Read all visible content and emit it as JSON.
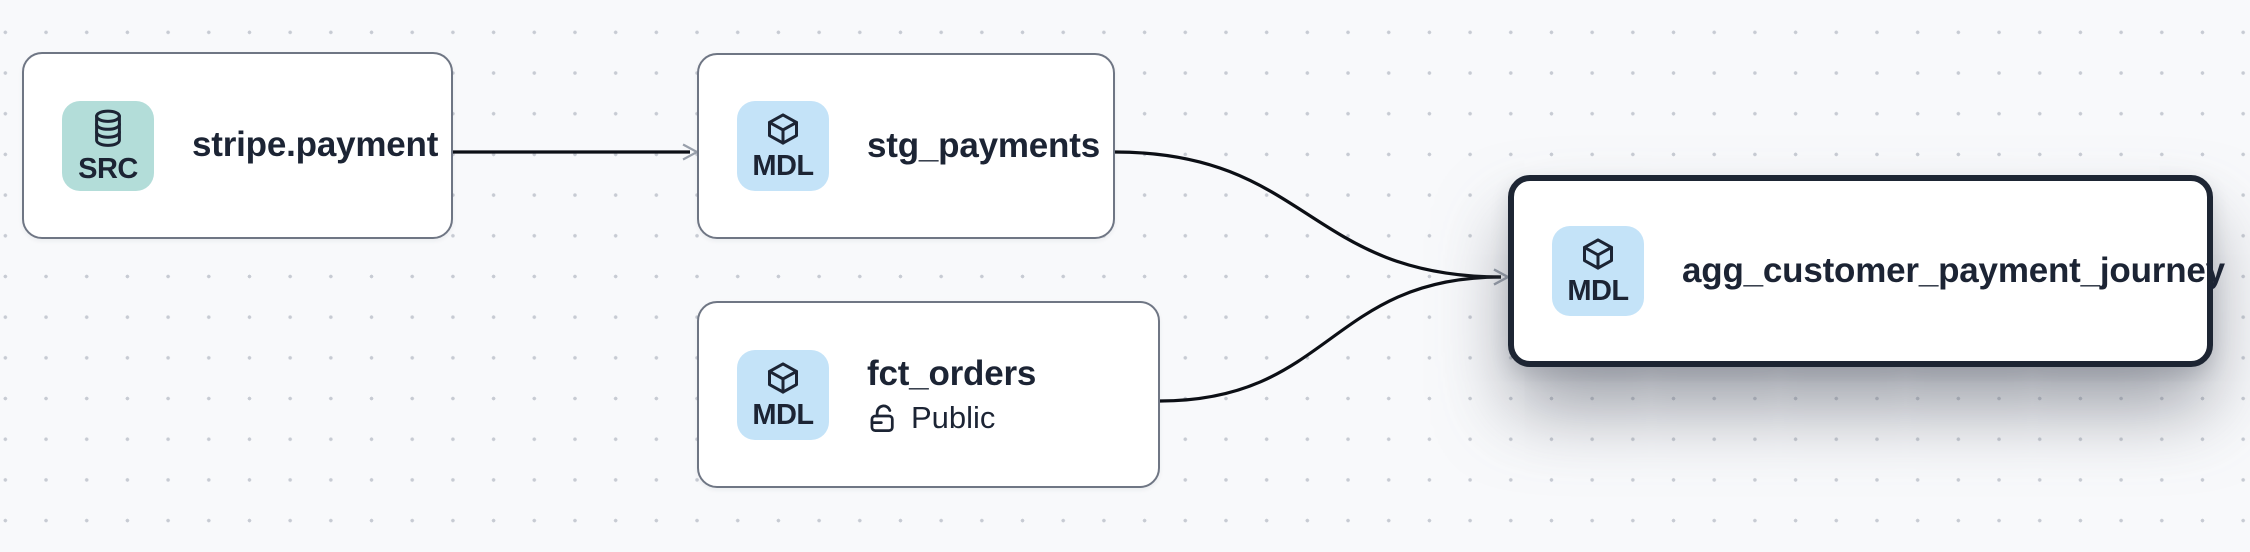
{
  "app": {
    "title": "Data lineage graph"
  },
  "canvas": {
    "background": "#f8f9fb",
    "dot_color": "#c7cbd3",
    "edge_color": "#0c0f15",
    "arrowhead_color": "#99a0ab",
    "node_border_color": "#6f7684",
    "selected_border_color": "#1d2533",
    "text_color": "#1c2434"
  },
  "nodes": [
    {
      "id": "stripe.payment",
      "label": "stripe.payment",
      "badge": "SRC",
      "badge_color": "#b3ddd9",
      "icon": "database-icon",
      "type": "source",
      "selected": false
    },
    {
      "id": "stg_payments",
      "label": "stg_payments",
      "badge": "MDL",
      "badge_color": "#c4e3f8",
      "icon": "cube-icon",
      "type": "model",
      "selected": false
    },
    {
      "id": "fct_orders",
      "label": "fct_orders",
      "badge": "MDL",
      "badge_color": "#c4e3f8",
      "icon": "cube-icon",
      "type": "model",
      "access": "Public",
      "selected": false
    },
    {
      "id": "agg_customer_payment_journey",
      "label": "agg_customer_payment_journey",
      "badge": "MDL",
      "badge_color": "#c4e3f8",
      "icon": "cube-icon",
      "type": "model",
      "selected": true
    }
  ],
  "edges": [
    {
      "source": "stripe.payment",
      "target": "stg_payments"
    },
    {
      "source": "stg_payments",
      "target": "agg_customer_payment_journey"
    },
    {
      "source": "fct_orders",
      "target": "agg_customer_payment_journey"
    }
  ]
}
